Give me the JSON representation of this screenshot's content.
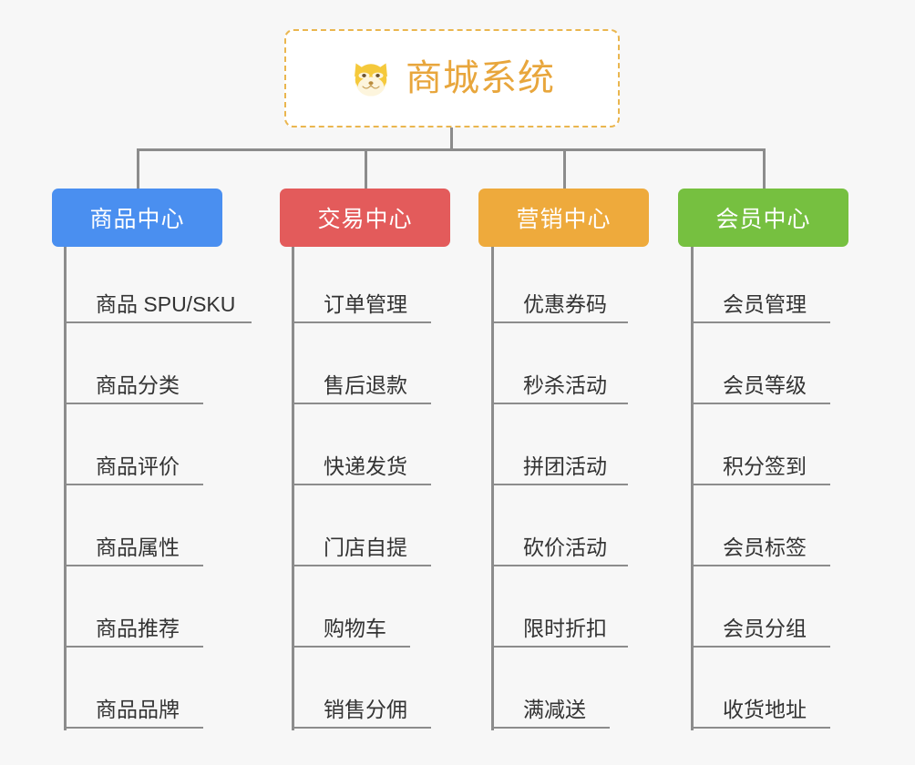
{
  "background_color": "#f7f7f7",
  "root": {
    "icon": "shiba-dog-face-icon",
    "title": "商城系统",
    "title_color": "#e8a63c",
    "border_color": "#eab64f",
    "background_color": "#ffffff"
  },
  "connector_color": "#8c8c8c",
  "columns": [
    {
      "id": "product-center",
      "label": "商品中心",
      "color": "#4a8ff0",
      "items": [
        "商品 SPU/SKU",
        "商品分类",
        "商品评价",
        "商品属性",
        "商品推荐",
        "商品品牌"
      ]
    },
    {
      "id": "trade-center",
      "label": "交易中心",
      "color": "#e35b5b",
      "items": [
        "订单管理",
        "售后退款",
        "快递发货",
        "门店自提",
        "购物车",
        "销售分佣"
      ]
    },
    {
      "id": "marketing-center",
      "label": "营销中心",
      "color": "#eeaa3c",
      "items": [
        "优惠券码",
        "秒杀活动",
        "拼团活动",
        "砍价活动",
        "限时折扣",
        "满减送"
      ]
    },
    {
      "id": "member-center",
      "label": "会员中心",
      "color": "#76c040",
      "items": [
        "会员管理",
        "会员等级",
        "积分签到",
        "会员标签",
        "会员分组",
        "收货地址"
      ]
    }
  ]
}
